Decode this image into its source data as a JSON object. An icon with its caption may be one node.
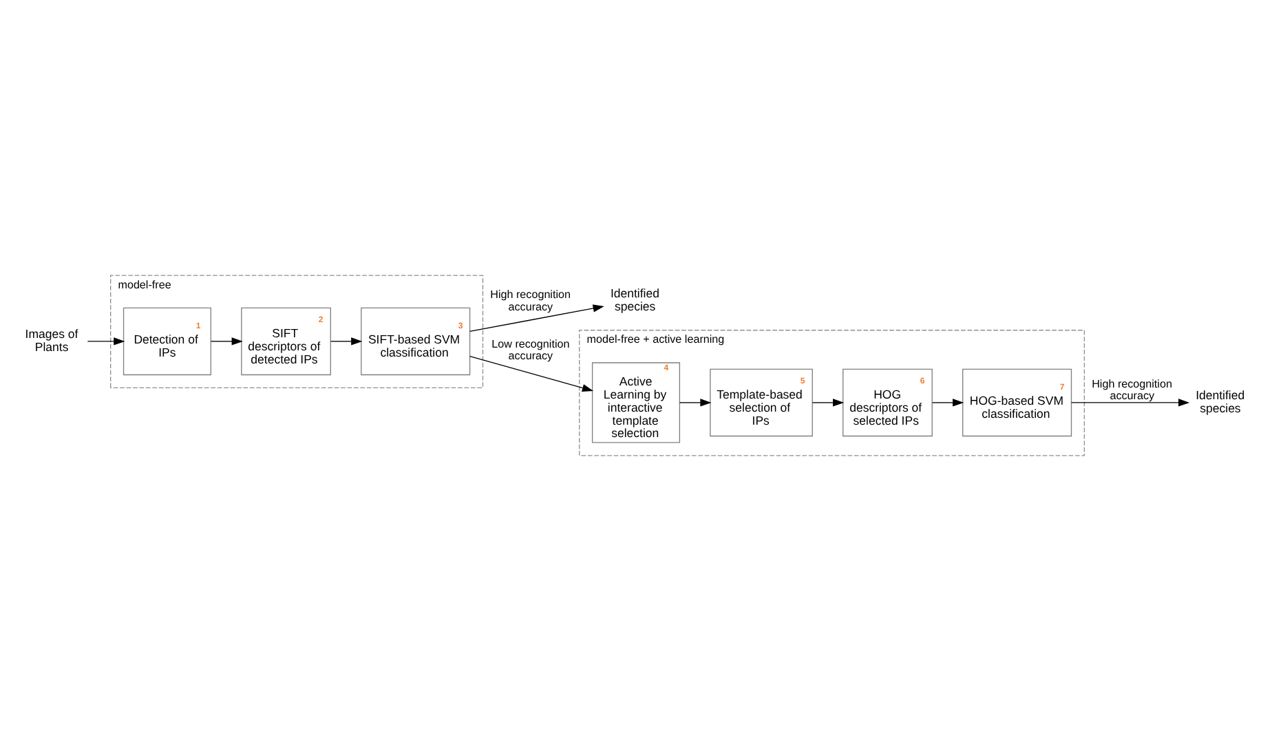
{
  "diagram": {
    "nodes": [
      {
        "text": [
          "Images of Plants"
        ]
      },
      {
        "text": [
          "model-free"
        ]
      },
      {
        "text": [
          "1",
          "Detection of IPs"
        ],
        "in": 1
      },
      {
        "text": [
          "2",
          "SIFT descriptors of detected IPs"
        ],
        "in": 1
      },
      {
        "text": [
          "3",
          "SIFT-based SVM classification"
        ],
        "in": 1
      },
      {
        "text": [
          "Identified species"
        ]
      },
      {
        "text": [
          "model-free + active learning"
        ]
      },
      {
        "text": [
          "4",
          "Active Learning by interactive template selection"
        ],
        "in": 6
      },
      {
        "text": [
          "5",
          "Template-based selection of IPs"
        ],
        "in": 6
      },
      {
        "text": [
          "6",
          "HOG descriptors of selected IPs"
        ],
        "in": 6
      },
      {
        "text": [
          "7",
          "HOG-based SVM classification"
        ],
        "in": 6
      },
      {
        "text": [
          "Identified species"
        ]
      }
    ],
    "edges": [
      {
        "from": 0,
        "to": 2,
        "arrow": "to"
      },
      {
        "from": 2,
        "to": 3,
        "arrow": "to"
      },
      {
        "from": 3,
        "to": 4,
        "arrow": "to"
      },
      {
        "from": 4,
        "to": 5,
        "arrow": "to",
        "label": "High recognition accuracy"
      },
      {
        "from": 4,
        "to": 7,
        "arrow": "to",
        "label": "Low recognition accuracy"
      },
      {
        "from": 7,
        "to": 8,
        "arrow": "to"
      },
      {
        "from": 8,
        "to": 9,
        "arrow": "to"
      },
      {
        "from": 9,
        "to": 10,
        "arrow": "to"
      },
      {
        "from": 10,
        "to": 11,
        "arrow": "to",
        "label": "High recognition accuracy"
      }
    ]
  }
}
